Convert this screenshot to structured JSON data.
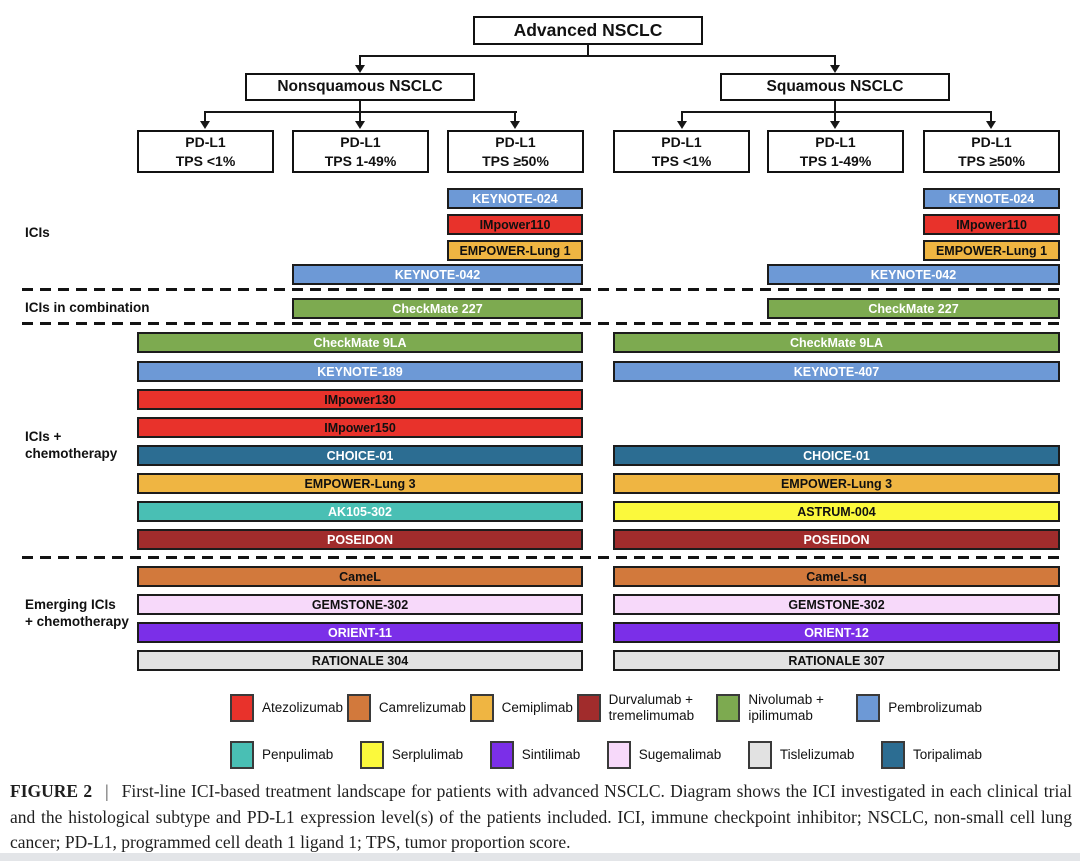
{
  "tree": {
    "root": "Advanced NSCLC",
    "branches": [
      "Nonsquamous NSCLC",
      "Squamous NSCLC"
    ],
    "pdl1_boxes": [
      {
        "line1": "PD-L1",
        "line2": "TPS <1%"
      },
      {
        "line1": "PD-L1",
        "line2": "TPS 1-49%"
      },
      {
        "line1": "PD-L1",
        "line2": "TPS ≥50%"
      },
      {
        "line1": "PD-L1",
        "line2": "TPS <1%"
      },
      {
        "line1": "PD-L1",
        "line2": "TPS 1-49%"
      },
      {
        "line1": "PD-L1",
        "line2": "TPS ≥50%"
      }
    ]
  },
  "row_labels": {
    "icis": "ICIs",
    "icis_combo": "ICIs in combination",
    "icis_chemo_line1": "ICIs +",
    "icis_chemo_line2": "chemotherapy",
    "emerging_line1": "Emerging ICIs",
    "emerging_line2": "+ chemotherapy"
  },
  "trials": [
    {
      "name": "KEYNOTE-024",
      "side": "nonsquamous",
      "section": "ICIs",
      "drug": "Pembrolizumab",
      "color": "#6d99d6",
      "text_color": "#ffffff",
      "pdl1_span": "TPS ≥50%"
    },
    {
      "name": "IMpower110",
      "side": "nonsquamous",
      "section": "ICIs",
      "drug": "Atezolizumab",
      "color": "#e8322b",
      "text_color": "#101010",
      "pdl1_span": "TPS ≥50%"
    },
    {
      "name": "EMPOWER-Lung 1",
      "side": "nonsquamous",
      "section": "ICIs",
      "drug": "Cemiplimab",
      "color": "#efb542",
      "text_color": "#101010",
      "pdl1_span": "TPS ≥50%"
    },
    {
      "name": "KEYNOTE-042",
      "side": "nonsquamous",
      "section": "ICIs",
      "drug": "Pembrolizumab",
      "color": "#6d99d6",
      "text_color": "#ffffff",
      "pdl1_span": "TPS 1-49% to ≥50%"
    },
    {
      "name": "KEYNOTE-024",
      "side": "squamous",
      "section": "ICIs",
      "drug": "Pembrolizumab",
      "color": "#6d99d6",
      "text_color": "#ffffff",
      "pdl1_span": "TPS ≥50%"
    },
    {
      "name": "IMpower110",
      "side": "squamous",
      "section": "ICIs",
      "drug": "Atezolizumab",
      "color": "#e8322b",
      "text_color": "#101010",
      "pdl1_span": "TPS ≥50%"
    },
    {
      "name": "EMPOWER-Lung 1",
      "side": "squamous",
      "section": "ICIs",
      "drug": "Cemiplimab",
      "color": "#efb542",
      "text_color": "#101010",
      "pdl1_span": "TPS ≥50%"
    },
    {
      "name": "KEYNOTE-042",
      "side": "squamous",
      "section": "ICIs",
      "drug": "Pembrolizumab",
      "color": "#6d99d6",
      "text_color": "#ffffff",
      "pdl1_span": "TPS 1-49% to ≥50%"
    },
    {
      "name": "CheckMate 227",
      "side": "nonsquamous",
      "section": "ICIs in combination",
      "drug": "Nivolumab + ipilimumab",
      "color": "#7daa50",
      "text_color": "#ffffff",
      "pdl1_span": "TPS 1-49% to ≥50%"
    },
    {
      "name": "CheckMate 227",
      "side": "squamous",
      "section": "ICIs in combination",
      "drug": "Nivolumab + ipilimumab",
      "color": "#7daa50",
      "text_color": "#ffffff",
      "pdl1_span": "TPS 1-49% to ≥50%"
    },
    {
      "name": "CheckMate 9LA",
      "side": "nonsquamous",
      "section": "ICIs + chemotherapy",
      "drug": "Nivolumab + ipilimumab",
      "color": "#7daa50",
      "text_color": "#ffffff",
      "pdl1_span": "TPS <1% to ≥50%"
    },
    {
      "name": "CheckMate 9LA",
      "side": "squamous",
      "section": "ICIs + chemotherapy",
      "drug": "Nivolumab + ipilimumab",
      "color": "#7daa50",
      "text_color": "#ffffff",
      "pdl1_span": "TPS <1% to ≥50%"
    },
    {
      "name": "KEYNOTE-189",
      "side": "nonsquamous",
      "section": "ICIs + chemotherapy",
      "drug": "Pembrolizumab",
      "color": "#6d99d6",
      "text_color": "#ffffff",
      "pdl1_span": "TPS <1% to ≥50%"
    },
    {
      "name": "KEYNOTE-407",
      "side": "squamous",
      "section": "ICIs + chemotherapy",
      "drug": "Pembrolizumab",
      "color": "#6d99d6",
      "text_color": "#ffffff",
      "pdl1_span": "TPS <1% to ≥50%"
    },
    {
      "name": "IMpower130",
      "side": "nonsquamous",
      "section": "ICIs + chemotherapy",
      "drug": "Atezolizumab",
      "color": "#e8322b",
      "text_color": "#101010",
      "pdl1_span": "TPS <1% to ≥50%"
    },
    {
      "name": "IMpower150",
      "side": "nonsquamous",
      "section": "ICIs + chemotherapy",
      "drug": "Atezolizumab",
      "color": "#e8322b",
      "text_color": "#101010",
      "pdl1_span": "TPS <1% to ≥50%"
    },
    {
      "name": "CHOICE-01",
      "side": "nonsquamous",
      "section": "ICIs + chemotherapy",
      "drug": "Toripalimab",
      "color": "#2c6d92",
      "text_color": "#ffffff",
      "pdl1_span": "TPS <1% to ≥50%"
    },
    {
      "name": "CHOICE-01",
      "side": "squamous",
      "section": "ICIs + chemotherapy",
      "drug": "Toripalimab",
      "color": "#2c6d92",
      "text_color": "#ffffff",
      "pdl1_span": "TPS <1% to ≥50%"
    },
    {
      "name": "EMPOWER-Lung 3",
      "side": "nonsquamous",
      "section": "ICIs + chemotherapy",
      "drug": "Cemiplimab",
      "color": "#efb542",
      "text_color": "#101010",
      "pdl1_span": "TPS <1% to ≥50%"
    },
    {
      "name": "EMPOWER-Lung 3",
      "side": "squamous",
      "section": "ICIs + chemotherapy",
      "drug": "Cemiplimab",
      "color": "#efb542",
      "text_color": "#101010",
      "pdl1_span": "TPS <1% to ≥50%"
    },
    {
      "name": "AK105-302",
      "side": "nonsquamous",
      "section": "ICIs + chemotherapy",
      "drug": "Penpulimab",
      "color": "#49bfb4",
      "text_color": "#ffffff",
      "pdl1_span": "TPS <1% to ≥50%"
    },
    {
      "name": "ASTRUM-004",
      "side": "squamous",
      "section": "ICIs + chemotherapy",
      "drug": "Serplulimab",
      "color": "#fbf93c",
      "text_color": "#101010",
      "pdl1_span": "TPS <1% to ≥50%"
    },
    {
      "name": "POSEIDON",
      "side": "nonsquamous",
      "section": "ICIs + chemotherapy",
      "drug": "Durvalumab + tremelimumab",
      "color": "#a12c2c",
      "text_color": "#ffffff",
      "pdl1_span": "TPS <1% to ≥50%"
    },
    {
      "name": "POSEIDON",
      "side": "squamous",
      "section": "ICIs + chemotherapy",
      "drug": "Durvalumab + tremelimumab",
      "color": "#a12c2c",
      "text_color": "#ffffff",
      "pdl1_span": "TPS <1% to ≥50%"
    },
    {
      "name": "CameL",
      "side": "nonsquamous",
      "section": "Emerging ICIs + chemotherapy",
      "drug": "Camrelizumab",
      "color": "#d2793c",
      "text_color": "#101010",
      "pdl1_span": "TPS <1% to ≥50%"
    },
    {
      "name": "CameL-sq",
      "side": "squamous",
      "section": "Emerging ICIs + chemotherapy",
      "drug": "Camrelizumab",
      "color": "#d2793c",
      "text_color": "#101010",
      "pdl1_span": "TPS <1% to ≥50%"
    },
    {
      "name": "GEMSTONE-302",
      "side": "nonsquamous",
      "section": "Emerging ICIs + chemotherapy",
      "drug": "Sugemalimab",
      "color": "#f7d9fa",
      "text_color": "#101010",
      "pdl1_span": "TPS <1% to ≥50%"
    },
    {
      "name": "GEMSTONE-302",
      "side": "squamous",
      "section": "Emerging ICIs + chemotherapy",
      "drug": "Sugemalimab",
      "color": "#f7d9fa",
      "text_color": "#101010",
      "pdl1_span": "TPS <1% to ≥50%"
    },
    {
      "name": "ORIENT-11",
      "side": "nonsquamous",
      "section": "Emerging ICIs + chemotherapy",
      "drug": "Sintilimab",
      "color": "#7b2fe8",
      "text_color": "#ffffff",
      "pdl1_span": "TPS <1% to ≥50%"
    },
    {
      "name": "ORIENT-12",
      "side": "squamous",
      "section": "Emerging ICIs + chemotherapy",
      "drug": "Sintilimab",
      "color": "#7b2fe8",
      "text_color": "#ffffff",
      "pdl1_span": "TPS <1% to ≥50%"
    },
    {
      "name": "RATIONALE 304",
      "side": "nonsquamous",
      "section": "Emerging ICIs + chemotherapy",
      "drug": "Tislelizumab",
      "color": "#e2e2e2",
      "text_color": "#101010",
      "pdl1_span": "TPS <1% to ≥50%"
    },
    {
      "name": "RATIONALE 307",
      "side": "squamous",
      "section": "Emerging ICIs + chemotherapy",
      "drug": "Tislelizumab",
      "color": "#e2e2e2",
      "text_color": "#101010",
      "pdl1_span": "TPS <1% to ≥50%"
    }
  ],
  "legend": {
    "items": [
      {
        "drug": "Atezolizumab",
        "color": "#e8322b"
      },
      {
        "drug": "Camrelizumab",
        "color": "#d2793c"
      },
      {
        "drug": "Cemiplimab",
        "color": "#efb542"
      },
      {
        "drug": "Durvalumab + tremelimumab",
        "color": "#a12c2c"
      },
      {
        "drug": "Nivolumab + ipilimumab",
        "color": "#7daa50"
      },
      {
        "drug": "Pembrolizumab",
        "color": "#6d99d6"
      },
      {
        "drug": "Penpulimab",
        "color": "#49bfb4"
      },
      {
        "drug": "Serplulimab",
        "color": "#fbf93c"
      },
      {
        "drug": "Sintilimab",
        "color": "#7b2fe8"
      },
      {
        "drug": "Sugemalimab",
        "color": "#f7d9fa"
      },
      {
        "drug": "Tislelizumab",
        "color": "#e2e2e2"
      },
      {
        "drug": "Toripalimab",
        "color": "#2c6d92"
      }
    ]
  },
  "figure": {
    "caption_label": "FIGURE 2",
    "caption_separator": "|",
    "caption_text": "First-line ICI-based treatment landscape for patients with advanced NSCLC. Diagram shows the ICI investigated in each clinical trial and the histological subtype and PD-L1 expression level(s) of the patients included. ICI, immune checkpoint inhibitor; NSCLC, non-small cell lung cancer; PD-L1, programmed cell death 1 ligand 1; TPS, tumor proportion score."
  }
}
